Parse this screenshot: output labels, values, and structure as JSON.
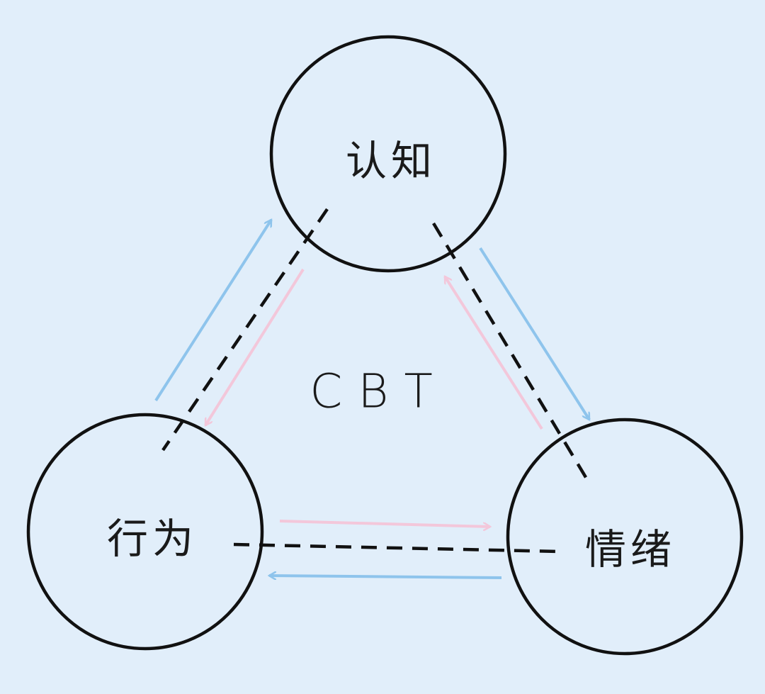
{
  "nodes": {
    "cognition": "认知",
    "behavior": "行为",
    "emotion": "情绪"
  },
  "center_label": "CBT",
  "colors": {
    "background": "#e1eefa",
    "blue_arrow": "#8ec4ec",
    "pink_arrow": "#f3c7da",
    "stroke": "#111111"
  }
}
